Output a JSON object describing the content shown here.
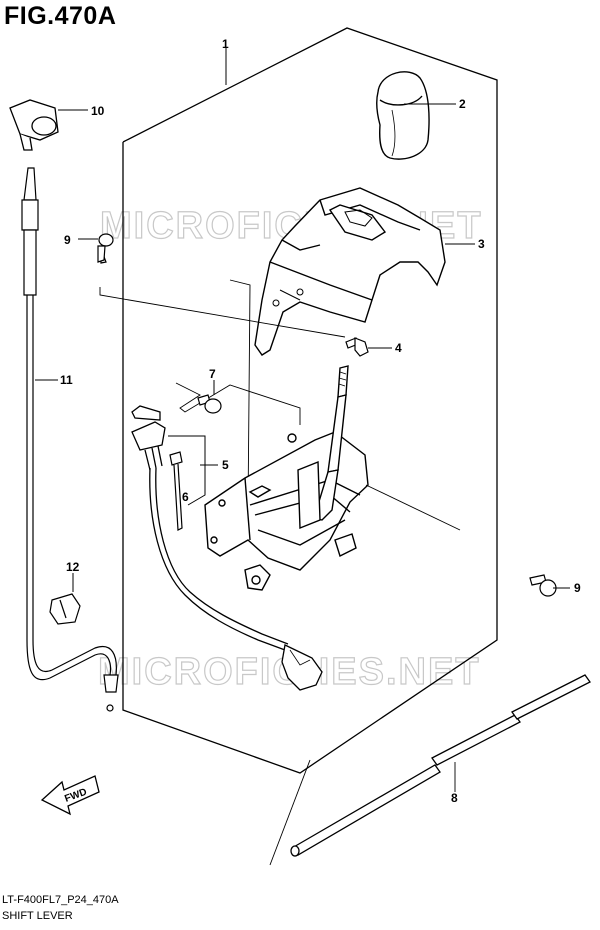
{
  "figure": {
    "title": "FIG.470A",
    "code": "LT-F400FL7_P24_470A",
    "caption": "SHIFT LEVER",
    "watermark": "MICROFICHES.NET",
    "fwd_label": "FWD"
  },
  "callouts": [
    {
      "id": "c1",
      "label": "1"
    },
    {
      "id": "c2",
      "label": "2"
    },
    {
      "id": "c3",
      "label": "3"
    },
    {
      "id": "c4",
      "label": "4"
    },
    {
      "id": "c5",
      "label": "5"
    },
    {
      "id": "c6",
      "label": "6"
    },
    {
      "id": "c7",
      "label": "7"
    },
    {
      "id": "c8",
      "label": "8"
    },
    {
      "id": "c9a",
      "label": "9"
    },
    {
      "id": "c9b",
      "label": "9"
    },
    {
      "id": "c10",
      "label": "10"
    },
    {
      "id": "c11",
      "label": "11"
    },
    {
      "id": "c12",
      "label": "12"
    }
  ]
}
